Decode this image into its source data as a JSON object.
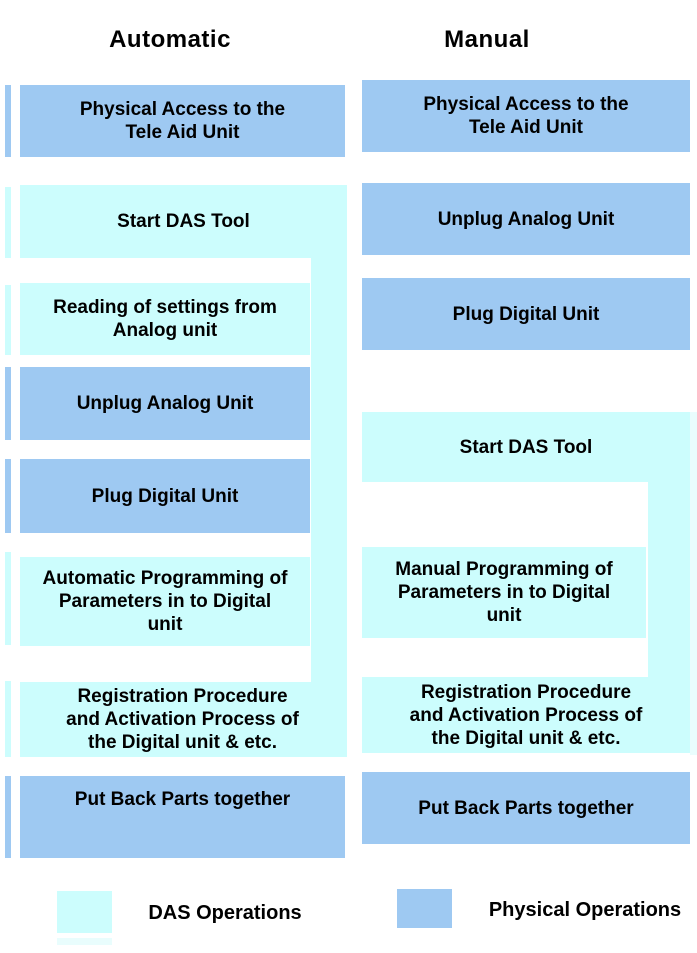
{
  "colors": {
    "das": "#ccfdfd",
    "physical": "#9ec9f2",
    "pale": "#e9fdfd"
  },
  "automatic": {
    "title": "Automatic",
    "steps": [
      {
        "label": "Physical Access to the\nTele Aid Unit",
        "type": "physical"
      },
      {
        "label": "Start DAS Tool",
        "type": "das"
      },
      {
        "label": "Reading of settings from\nAnalog unit",
        "type": "das"
      },
      {
        "label": "Unplug Analog Unit",
        "type": "physical"
      },
      {
        "label": "Plug Digital Unit",
        "type": "physical"
      },
      {
        "label": "Automatic Programming of\nParameters in to Digital\nunit",
        "type": "das"
      },
      {
        "label": "Registration Procedure\nand Activation Process of\nthe Digital unit & etc.",
        "type": "das"
      },
      {
        "label": "Put Back Parts together",
        "type": "physical"
      }
    ]
  },
  "manual": {
    "title": "Manual",
    "steps": [
      {
        "label": "Physical Access to the\nTele Aid Unit",
        "type": "physical"
      },
      {
        "label": "Unplug Analog Unit",
        "type": "physical"
      },
      {
        "label": "Plug Digital Unit",
        "type": "physical"
      },
      {
        "label": "Start DAS Tool",
        "type": "das"
      },
      {
        "label": "Manual Programming of\nParameters in to Digital\nunit",
        "type": "das"
      },
      {
        "label": "Registration Procedure\nand Activation Process of\nthe Digital unit & etc.",
        "type": "das"
      },
      {
        "label": "Put Back Parts together",
        "type": "physical"
      }
    ]
  },
  "legend": {
    "das_label": "DAS Operations",
    "physical_label": "Physical Operations"
  }
}
